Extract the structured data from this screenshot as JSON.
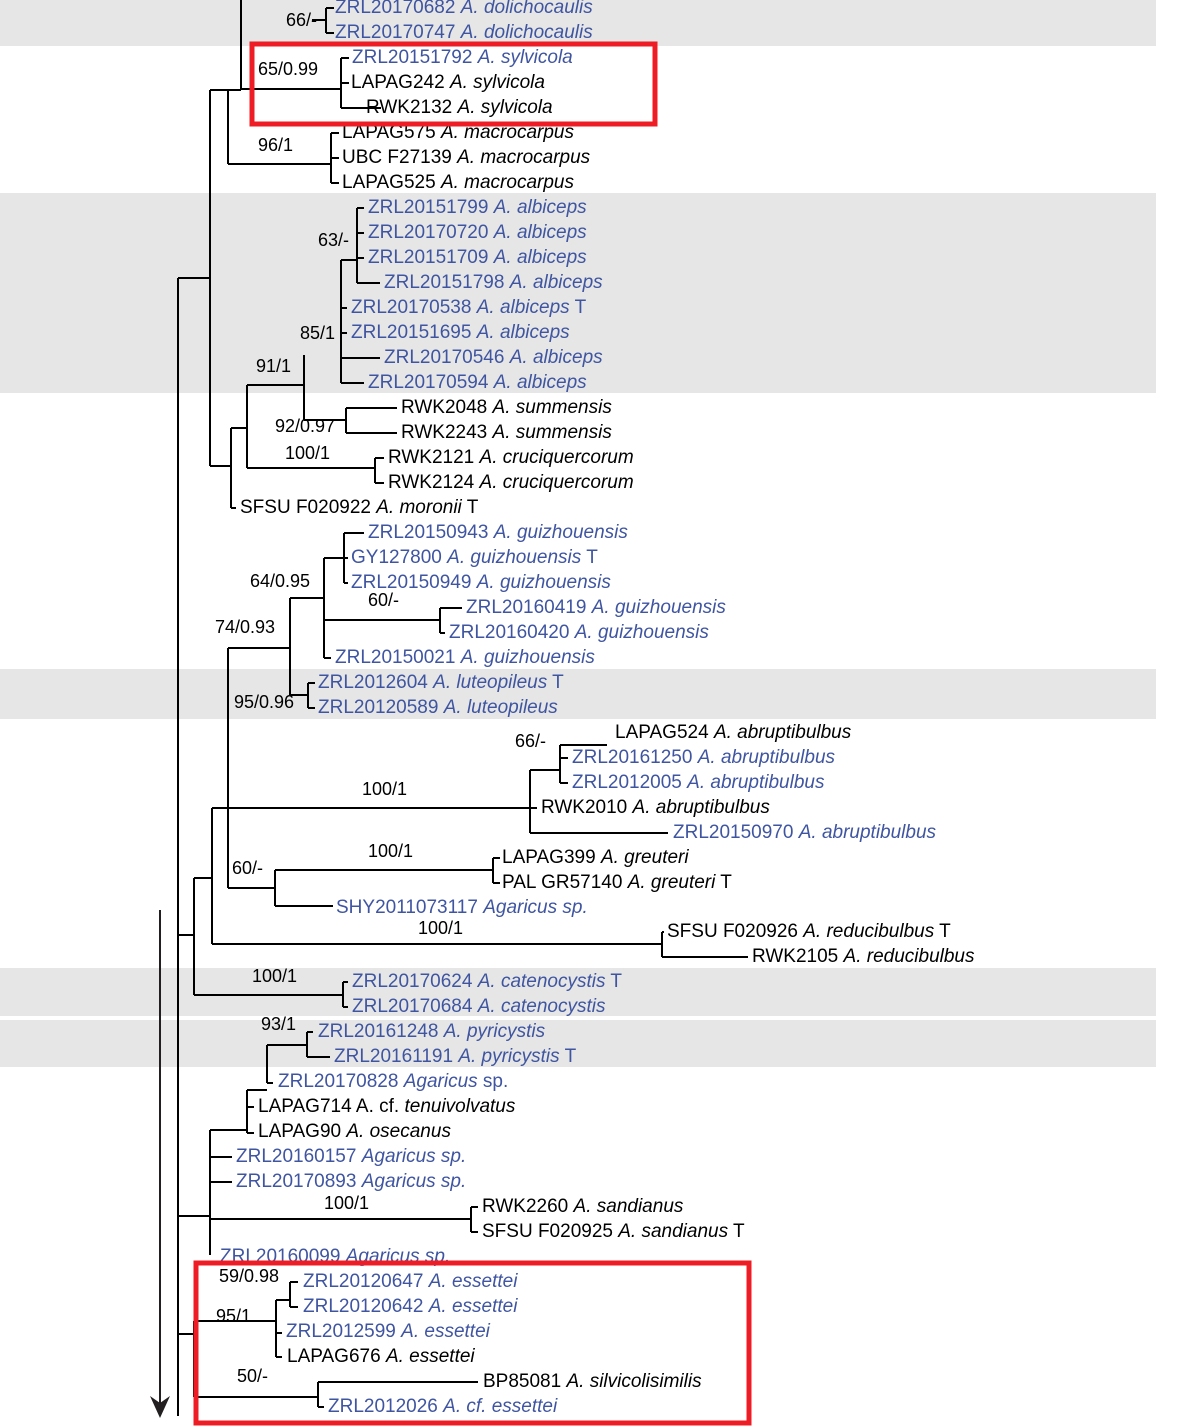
{
  "colors": {
    "shade": "#e5e6e5",
    "blue_label": "#3f55a1",
    "black_label": "#000000",
    "highlight_box": "#ee1c24"
  },
  "shading_bands": [
    {
      "label": "dolichocaulis"
    },
    {
      "label": "albiceps"
    },
    {
      "label": "luteopileus"
    },
    {
      "label": "catenocystis"
    },
    {
      "label": "pyricystis"
    }
  ],
  "highlight_boxes": [
    {
      "label": "A. sylvicola"
    },
    {
      "label": "A. essettei"
    }
  ],
  "support_values": [
    {
      "text": "66/-"
    },
    {
      "text": "65/0.99"
    },
    {
      "text": "96/1"
    },
    {
      "text": "63/-"
    },
    {
      "text": "85/1"
    },
    {
      "text": "91/1"
    },
    {
      "text": "92/0.97"
    },
    {
      "text": "100/1"
    },
    {
      "text": "64/0.95"
    },
    {
      "text": "60/-"
    },
    {
      "text": "74/0.93"
    },
    {
      "text": "95/0.96"
    },
    {
      "text": "66/-"
    },
    {
      "text": "100/1"
    },
    {
      "text": "100/1"
    },
    {
      "text": "60/-"
    },
    {
      "text": "100/1"
    },
    {
      "text": "100/1"
    },
    {
      "text": "93/1"
    },
    {
      "text": "100/1"
    },
    {
      "text": "59/0.98"
    },
    {
      "text": "95/1"
    },
    {
      "text": "50/-"
    }
  ],
  "taxa": [
    {
      "code": "ZRL20170682",
      "name": "A. dolichocaulis",
      "blue": true
    },
    {
      "code": "ZRL20170747",
      "name": "A. dolichocaulis",
      "blue": true
    },
    {
      "code": "ZRL20151792",
      "name": "A. sylvicola",
      "blue": true
    },
    {
      "code": "LAPAG242",
      "name": "A. sylvicola",
      "blue": false
    },
    {
      "code": "RWK2132",
      "name": "A. sylvicola",
      "blue": false
    },
    {
      "code": "LAPAG575",
      "name": "A. macrocarpus",
      "blue": false
    },
    {
      "code": "UBC F27139",
      "name": "A. macrocarpus",
      "blue": false
    },
    {
      "code": "LAPAG525",
      "name": "A. macrocarpus",
      "blue": false
    },
    {
      "code": "ZRL20151799",
      "name": "A. albiceps",
      "blue": true
    },
    {
      "code": "ZRL20170720",
      "name": "A. albiceps",
      "blue": true
    },
    {
      "code": "ZRL20151709",
      "name": "A. albiceps",
      "blue": true
    },
    {
      "code": "ZRL20151798",
      "name": "A. albiceps",
      "blue": true
    },
    {
      "code": "ZRL20170538",
      "name": "A. albiceps",
      "suffix": " T",
      "blue": true
    },
    {
      "code": "ZRL20151695",
      "name": "A. albiceps",
      "blue": true
    },
    {
      "code": "ZRL20170546",
      "name": "A. albiceps",
      "blue": true
    },
    {
      "code": "ZRL20170594",
      "name": "A. albiceps",
      "blue": true
    },
    {
      "code": "RWK2048",
      "name": "A. summensis",
      "blue": false
    },
    {
      "code": "RWK2243",
      "name": "A. summensis",
      "blue": false
    },
    {
      "code": "RWK2121",
      "name": "A. cruciquercorum",
      "blue": false
    },
    {
      "code": "RWK2124",
      "name": "A. cruciquercorum",
      "blue": false
    },
    {
      "code": "SFSU F020922",
      "name": "A. moronii",
      "suffix": " T",
      "blue": false
    },
    {
      "code": "ZRL20150943",
      "name": "A. guizhouensis",
      "blue": true
    },
    {
      "code": "GY127800",
      "name": "A. guizhouensis",
      "suffix": " T",
      "blue": true
    },
    {
      "code": "ZRL20150949",
      "name": "A. guizhouensis",
      "blue": true
    },
    {
      "code": "ZRL20160419",
      "name": "A. guizhouensis",
      "blue": true
    },
    {
      "code": "ZRL20160420",
      "name": "A. guizhouensis",
      "blue": true
    },
    {
      "code": "ZRL20150021",
      "name": "A. guizhouensis",
      "blue": true
    },
    {
      "code": "ZRL2012604",
      "name": "A. luteopileus",
      "suffix": " T",
      "blue": true
    },
    {
      "code": "ZRL20120589",
      "name": "A. luteopileus",
      "blue": true
    },
    {
      "code": "LAPAG524",
      "name": "A. abruptibulbus",
      "blue": false
    },
    {
      "code": "ZRL20161250",
      "name": "A. abruptibulbus",
      "blue": true
    },
    {
      "code": "ZRL2012005",
      "name": "A. abruptibulbus",
      "blue": true
    },
    {
      "code": "RWK2010",
      "name": "A. abruptibulbus",
      "blue": false
    },
    {
      "code": "ZRL20150970",
      "name": "A. abruptibulbus",
      "blue": true
    },
    {
      "code": "LAPAG399",
      "name": "A. greuteri",
      "blue": false
    },
    {
      "code": "PAL GR57140",
      "name": "A. greuteri",
      "suffix": " T",
      "blue": false
    },
    {
      "code": "SHY2011073117",
      "name": "Agaricus sp.",
      "blue": true
    },
    {
      "code": "SFSU F020926",
      "name": "A. reducibulbus",
      "suffix": " T",
      "blue": false
    },
    {
      "code": "RWK2105",
      "name": "A. reducibulbus",
      "blue": false
    },
    {
      "code": "ZRL20170624",
      "name": "A. catenocystis",
      "suffix": " T",
      "blue": true
    },
    {
      "code": "ZRL20170684",
      "name": "A. catenocystis",
      "blue": true
    },
    {
      "code": "ZRL20161248",
      "name": "A. pyricystis",
      "blue": true
    },
    {
      "code": "ZRL20161191",
      "name": "A. pyricystis",
      "suffix": " T",
      "blue": true
    },
    {
      "code": "ZRL20170828",
      "name": "Agaricus",
      "suffix": " sp.",
      "blue": true
    },
    {
      "code": "LAPAG714",
      "prefix": "A. cf. ",
      "name": "tenuivolvatus",
      "blue": false
    },
    {
      "code": "LAPAG90",
      "name": "A. osecanus",
      "blue": false
    },
    {
      "code": "ZRL20160157",
      "name": "Agaricus sp.",
      "blue": true
    },
    {
      "code": "ZRL20170893",
      "name": "Agaricus sp.",
      "blue": true
    },
    {
      "code": "RWK2260",
      "name": "A. sandianus",
      "blue": false
    },
    {
      "code": "SFSU F020925",
      "name": "A. sandianus",
      "suffix": " T",
      "blue": false
    },
    {
      "code": "ZRL20160099",
      "name": "Agaricus sp.",
      "blue": true
    },
    {
      "code": "ZRL20120647",
      "name": "A. essettei",
      "blue": true
    },
    {
      "code": "ZRL20120642",
      "name": "A. essettei",
      "blue": true
    },
    {
      "code": "ZRL2012599",
      "name": "A. essettei",
      "blue": true
    },
    {
      "code": "LAPAG676",
      "name": "A. essettei",
      "blue": false
    },
    {
      "code": "BP85081",
      "name": "A. silvicolisimilis",
      "blue": false
    },
    {
      "code": "ZRL2012026",
      "name": "A. cf. essettei",
      "blue": true
    }
  ]
}
